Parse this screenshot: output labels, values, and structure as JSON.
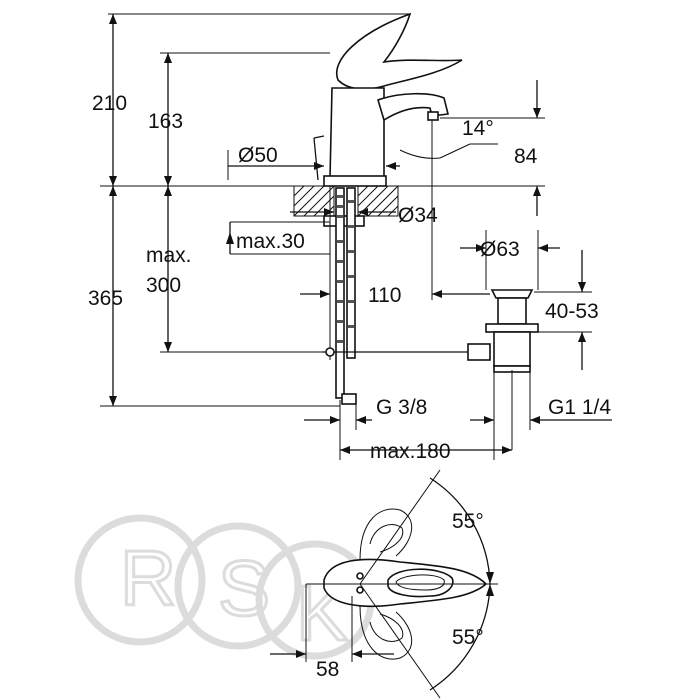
{
  "watermark": {
    "letters": [
      "R",
      "S",
      "K"
    ]
  },
  "dimensions": {
    "total_height": "210",
    "spout_height": "163",
    "base_diameter": "Ø50",
    "spout_angle": "14°",
    "spout_projection_height": "84",
    "hole_diameter": "Ø34",
    "deck_thickness": "max.30",
    "below_deck_max_label": "max.",
    "below_deck_max_value": "300",
    "below_deck_total": "365",
    "waste_offset": "110",
    "waste_diameter": "Ø63",
    "waste_range": "40-53",
    "inlet_thread": "G 3/8",
    "waste_thread": "G1 1/4",
    "max_distance": "max.180",
    "lever_angle_top": "55°",
    "lever_angle_bottom": "55°",
    "lever_offset": "58"
  }
}
